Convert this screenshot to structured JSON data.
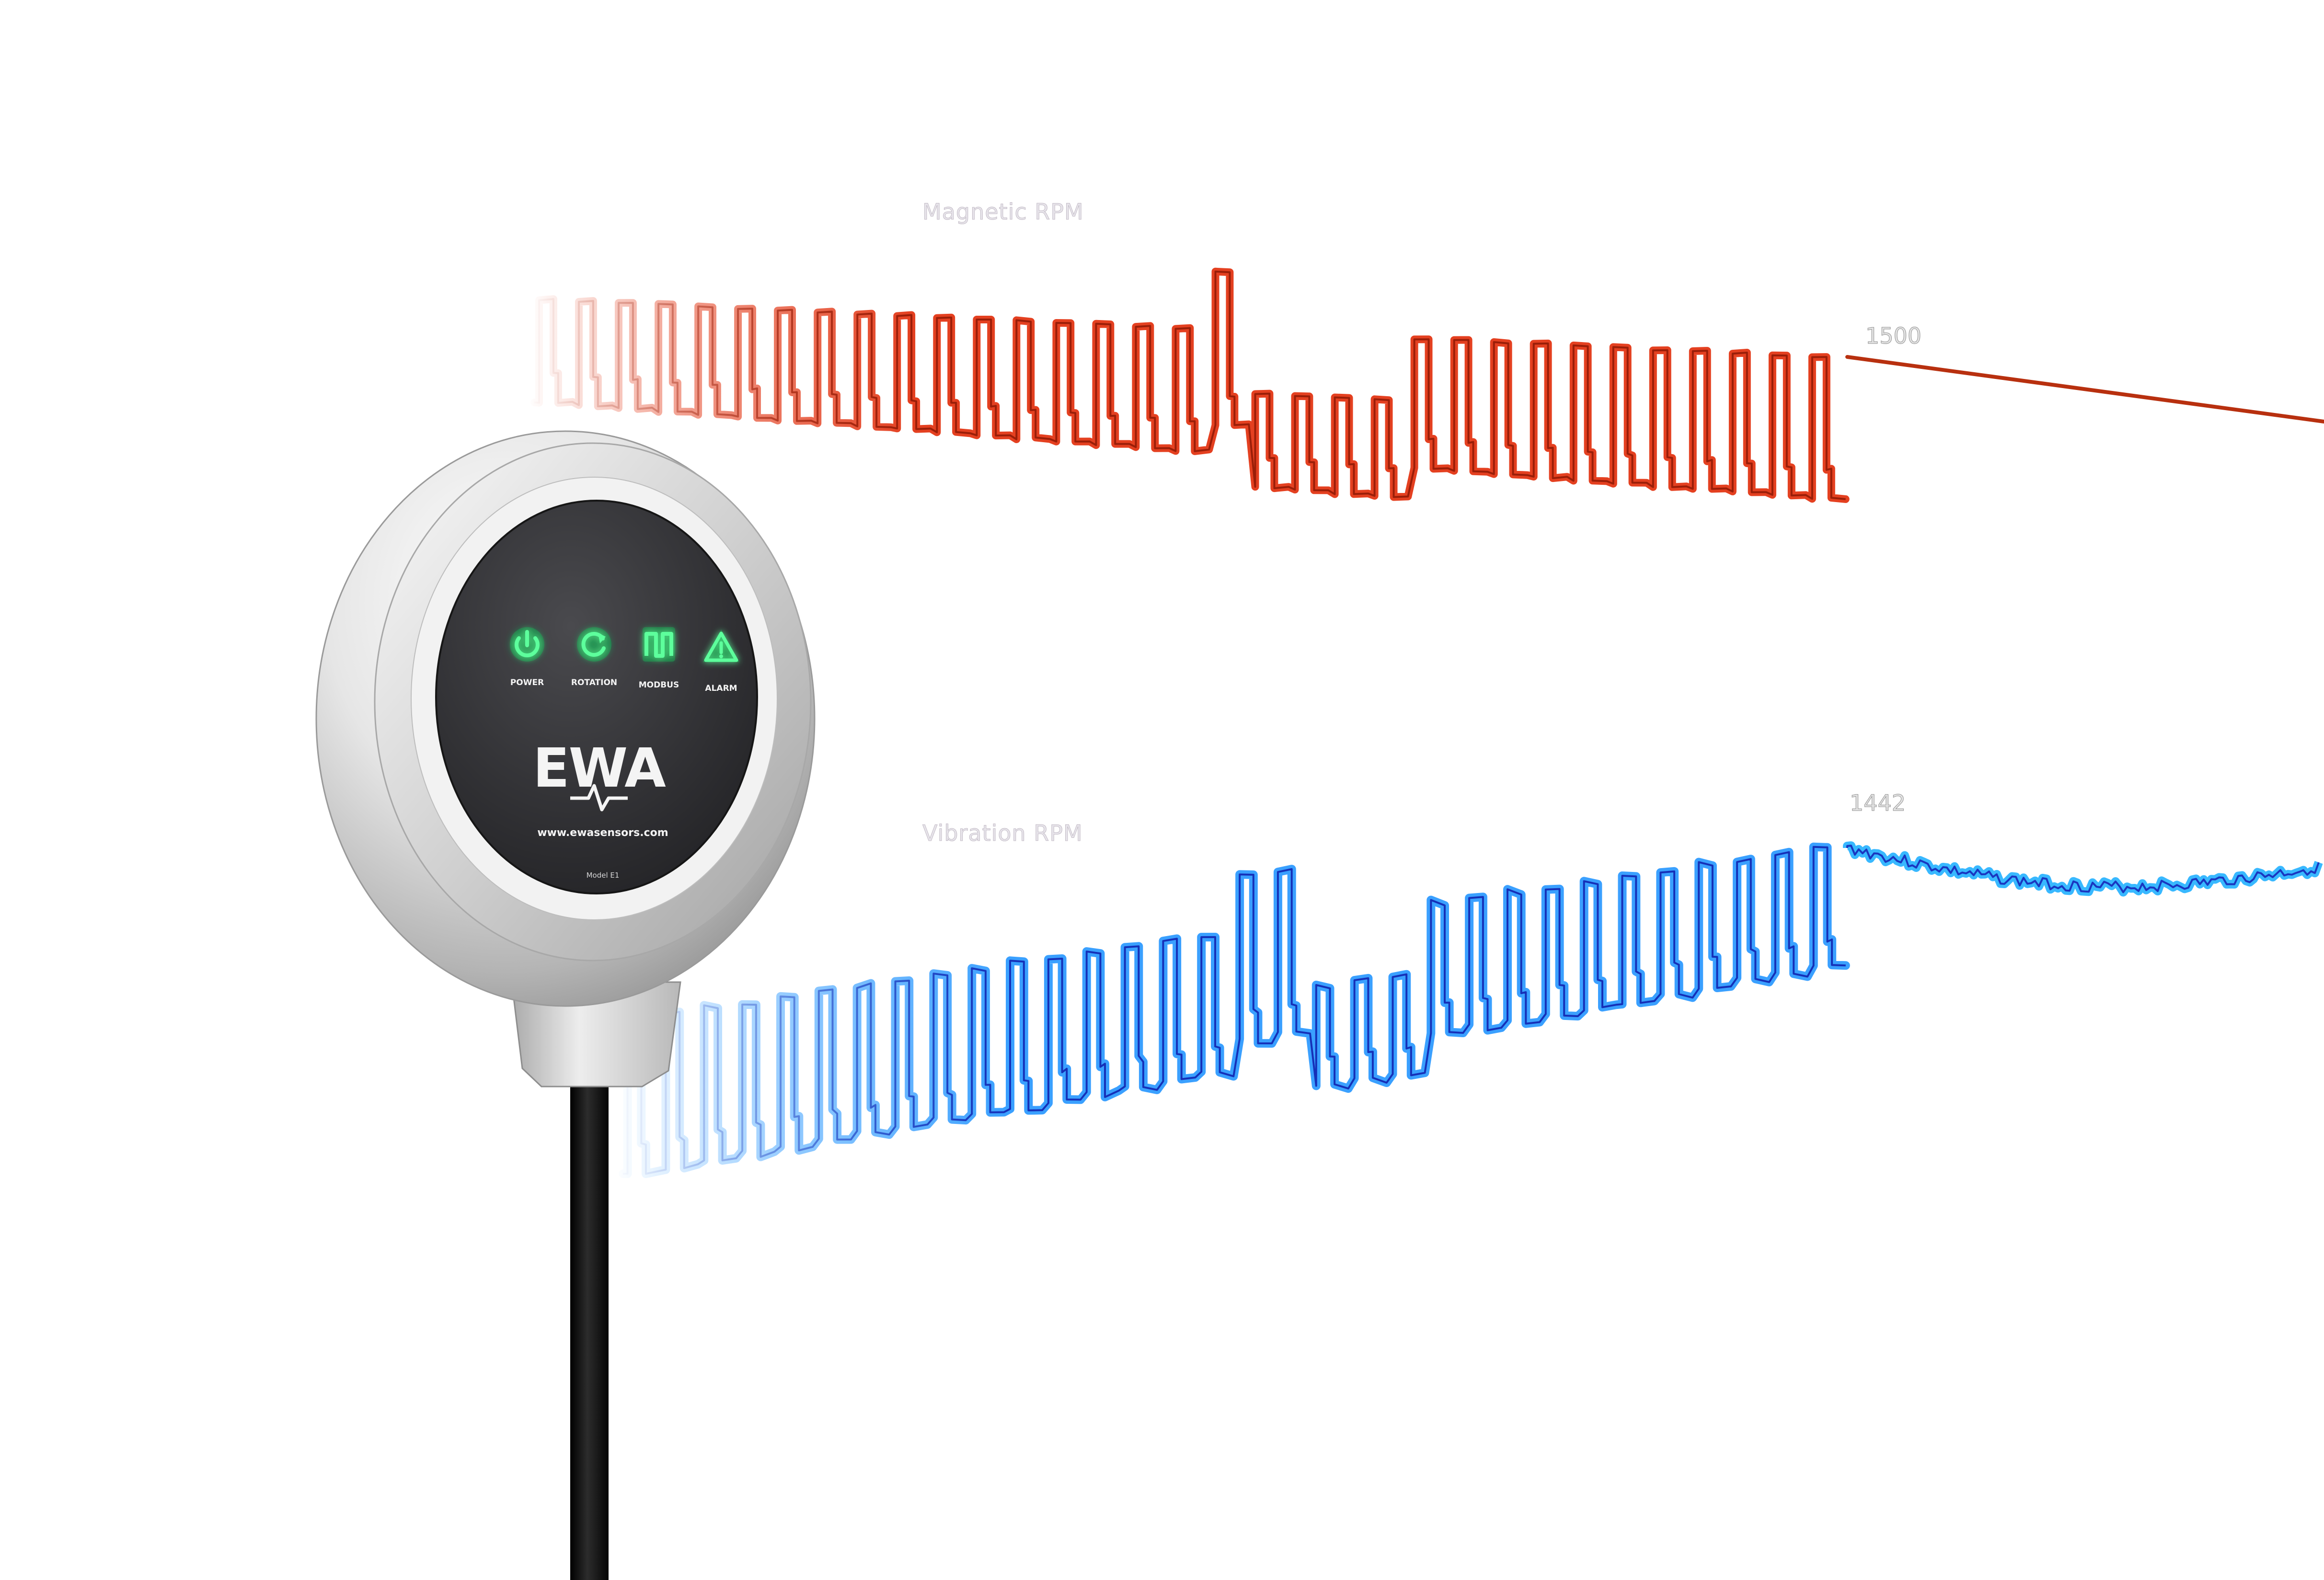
{
  "waveforms": {
    "magnetic": {
      "label": "Magnetic RPM",
      "value": "1500",
      "color_dark": "#bd2e12",
      "color_light": "#ff7d55"
    },
    "vibration": {
      "label": "Vibration RPM",
      "value": "1442",
      "color_dark": "#1d3ec6",
      "color_light": "#35c7ff"
    }
  },
  "device": {
    "indicators": [
      {
        "label": "POWER",
        "icon": "power-icon"
      },
      {
        "label": "ROTATION",
        "icon": "rotation-icon"
      },
      {
        "label": "MODBUS",
        "icon": "pulse-icon"
      },
      {
        "label": "ALARM",
        "icon": "alarm-icon"
      }
    ],
    "logo_text": "EWA",
    "website": "www.ewasensors.com",
    "model": "Model E1",
    "led_color": "#22ff77"
  }
}
